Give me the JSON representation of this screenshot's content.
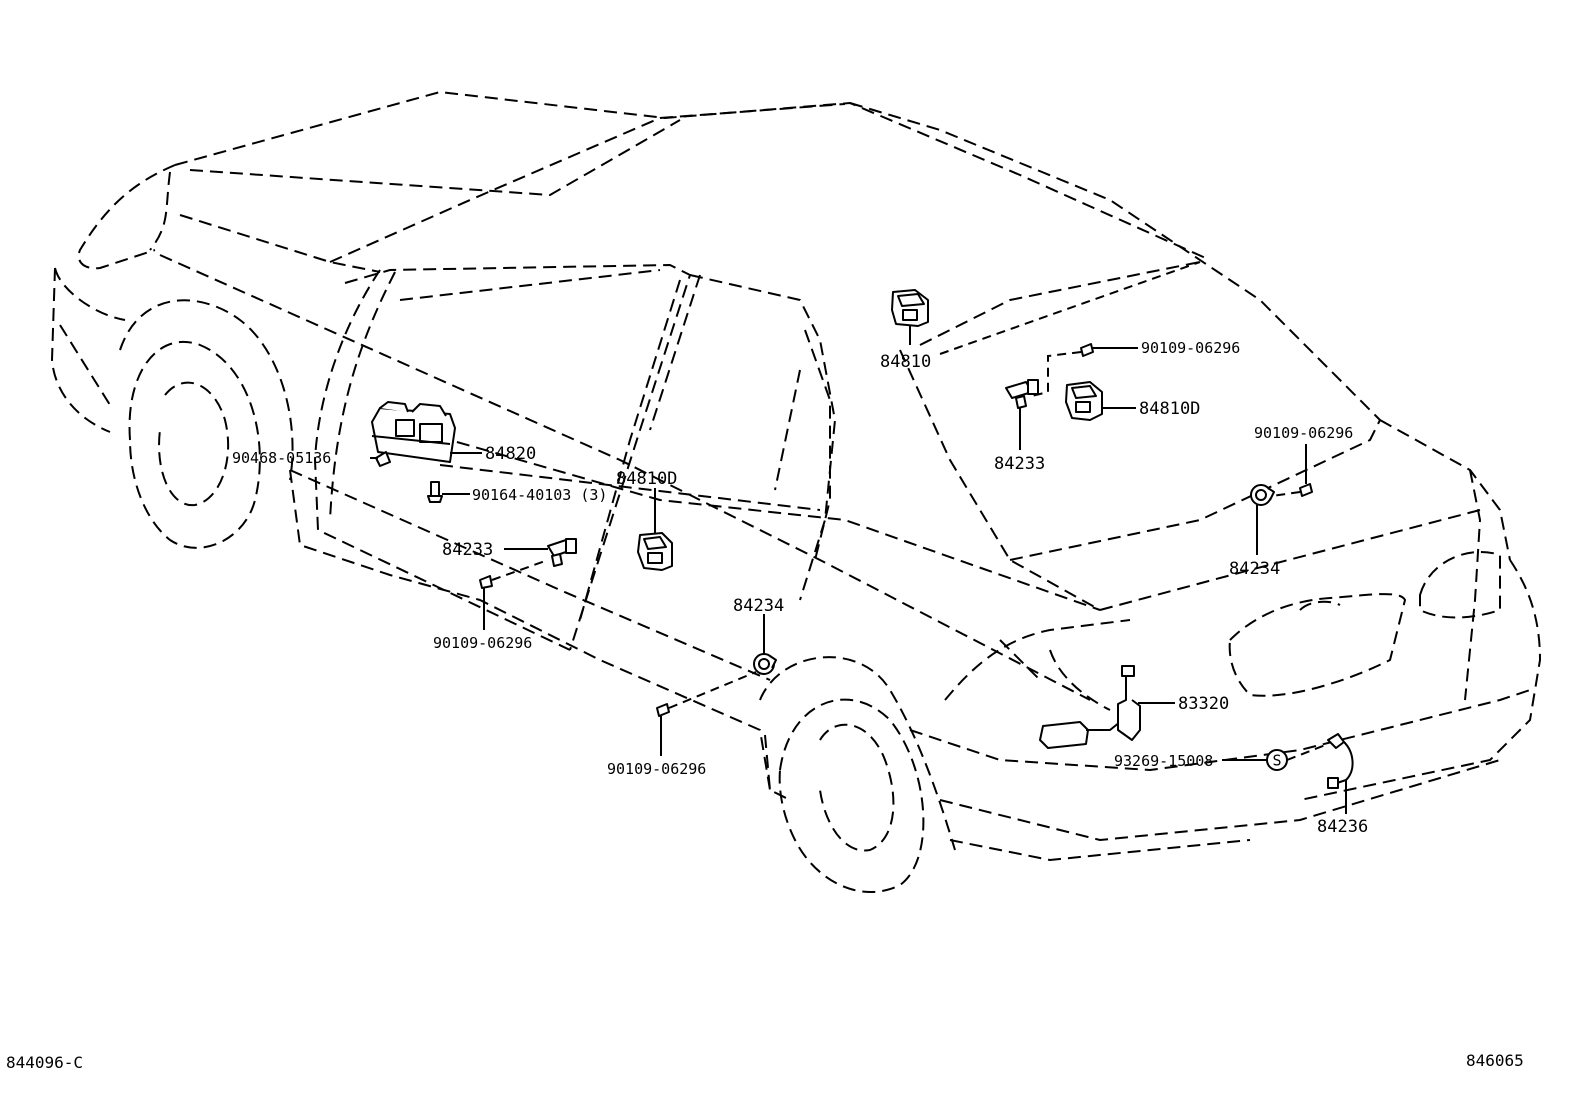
{
  "figure_ids": {
    "left": "844096-C",
    "right": "846065"
  },
  "parts": {
    "switch_master": "84820",
    "master_screw": "90468-05136",
    "master_bolt": "90164-40103 (3)",
    "switch_front_right": "84810",
    "switch_rear_right": "84810D",
    "switch_rear_left": "84810D",
    "courtesy_rear_right_upper": "84233",
    "courtesy_front_left": "84233",
    "screw_top": "90109-06296",
    "screw_right": "90109-06296",
    "screw_left_upper": "90109-06296",
    "screw_left_lower": "90109-06296",
    "courtesy_rear_right": "84234",
    "courtesy_rear_left": "84234",
    "luggage_switch": "84236",
    "fuel_opener": "83320",
    "clip": "93269-15008",
    "s_mark": "S"
  }
}
